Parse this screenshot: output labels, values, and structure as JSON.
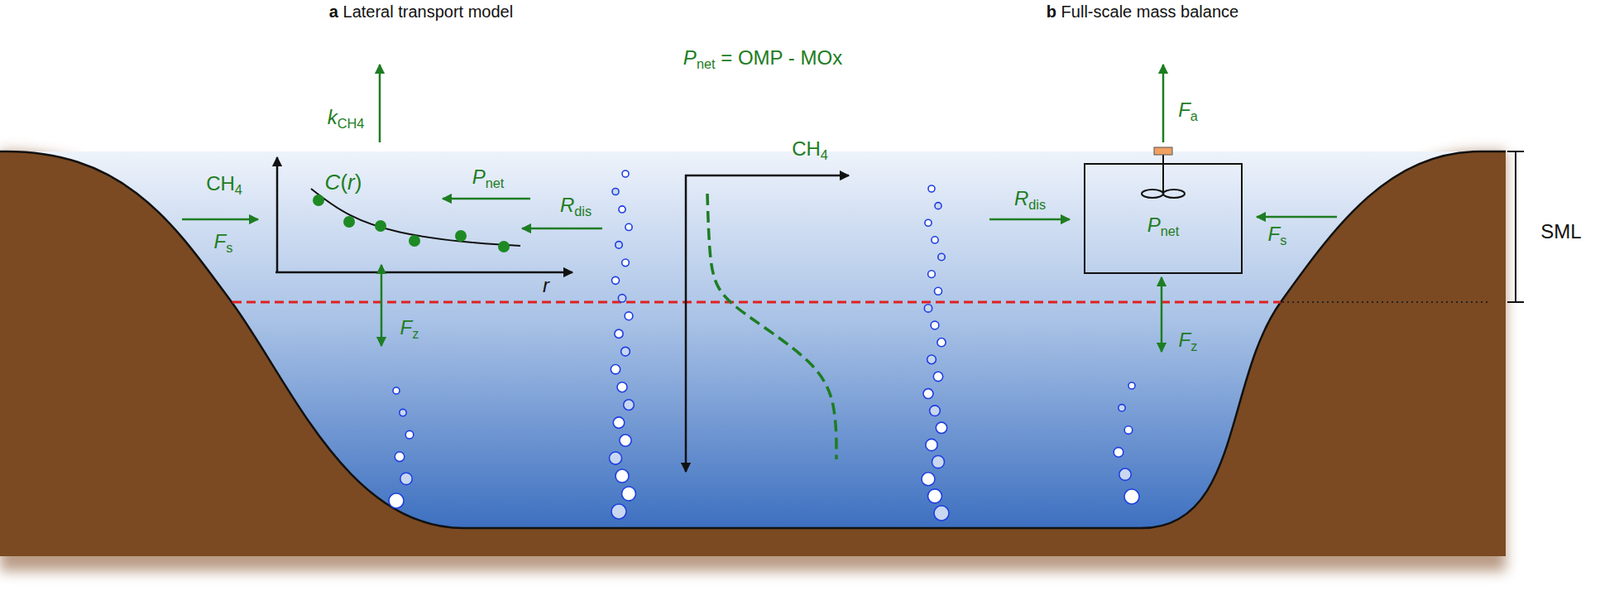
{
  "diagram": {
    "nodes": [
      {
        "text": [
          "Pnet"
        ]
      }
    ],
    "labels": [
      "a Lateral transport model",
      "b Full-scale mass balance",
      "Pnet = OMP - MOx",
      "kCH4",
      "CH4",
      "Fs",
      "C(r)",
      "Pnet",
      "Rdis",
      "r",
      "Fz",
      "CH4",
      "Fa",
      "Rdis",
      "Fs",
      "Fz",
      "SML"
    ]
  }
}
